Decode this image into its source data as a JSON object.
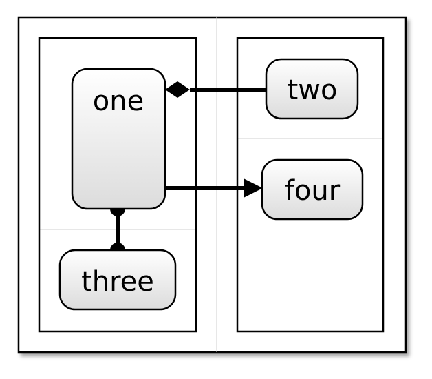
{
  "nodes": [
    {
      "id": "one",
      "label": "one"
    },
    {
      "id": "two",
      "label": "two"
    },
    {
      "id": "three",
      "label": "three"
    },
    {
      "id": "four",
      "label": "four"
    }
  ],
  "edges": [
    {
      "from": "one",
      "to": "two",
      "start_marker": "diamond",
      "end_marker": "none"
    },
    {
      "from": "one",
      "to": "four",
      "start_marker": "none",
      "end_marker": "arrow"
    },
    {
      "from": "one",
      "to": "three",
      "start_marker": "dot",
      "end_marker": "dot"
    }
  ]
}
